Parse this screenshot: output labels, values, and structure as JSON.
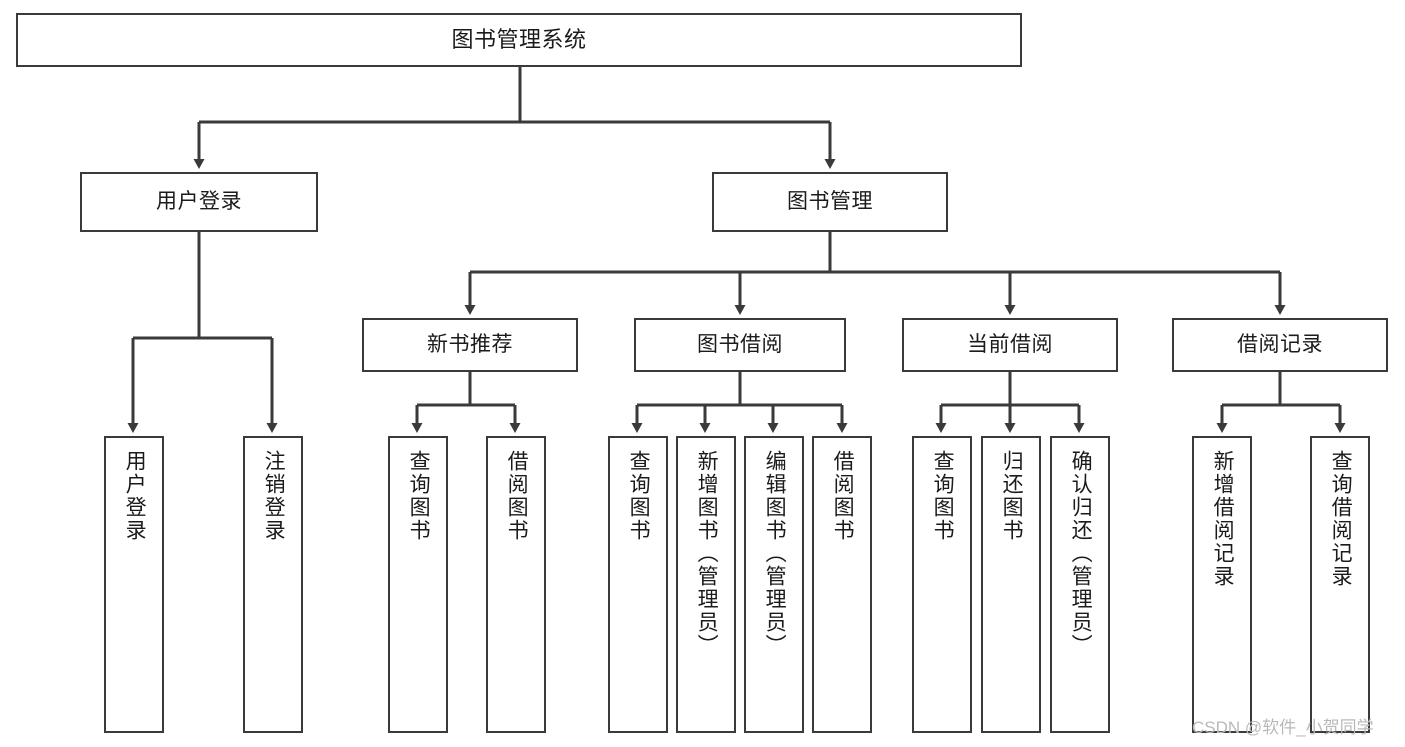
{
  "diagram": {
    "title": "图书管理系统",
    "type": "hierarchy-tree",
    "background_color": "#ffffff",
    "box_border_color": "#3a3a3a",
    "connector_color": "#3a3a3a",
    "text_color": "#1b1b1b",
    "levels": 3
  },
  "nodes": {
    "root": {
      "label": "图书管理系统"
    },
    "level2": [
      {
        "label": "用户登录"
      },
      {
        "label": "图书管理"
      }
    ],
    "level3": [
      {
        "label": "新书推荐"
      },
      {
        "label": "图书借阅"
      },
      {
        "label": "当前借阅"
      },
      {
        "label": "借阅记录"
      }
    ],
    "leaves": {
      "user_login": [
        {
          "label": "用户登录"
        },
        {
          "label": "注销登录"
        }
      ],
      "new_book_recommend": [
        {
          "label": "查询图书"
        },
        {
          "label": "借阅图书"
        }
      ],
      "book_borrow": [
        {
          "label": "查询图书"
        },
        {
          "label": "新增图书（管理员）"
        },
        {
          "label": "编辑图书（管理员）"
        },
        {
          "label": "借阅图书"
        }
      ],
      "current_borrow": [
        {
          "label": "查询图书"
        },
        {
          "label": "归还图书"
        },
        {
          "label": "确认归还（管理员）"
        }
      ],
      "borrow_record": [
        {
          "label": "新增借阅记录"
        },
        {
          "label": "查询借阅记录"
        }
      ]
    }
  },
  "watermark": {
    "text": "CSDN @软件_小贺同学"
  }
}
